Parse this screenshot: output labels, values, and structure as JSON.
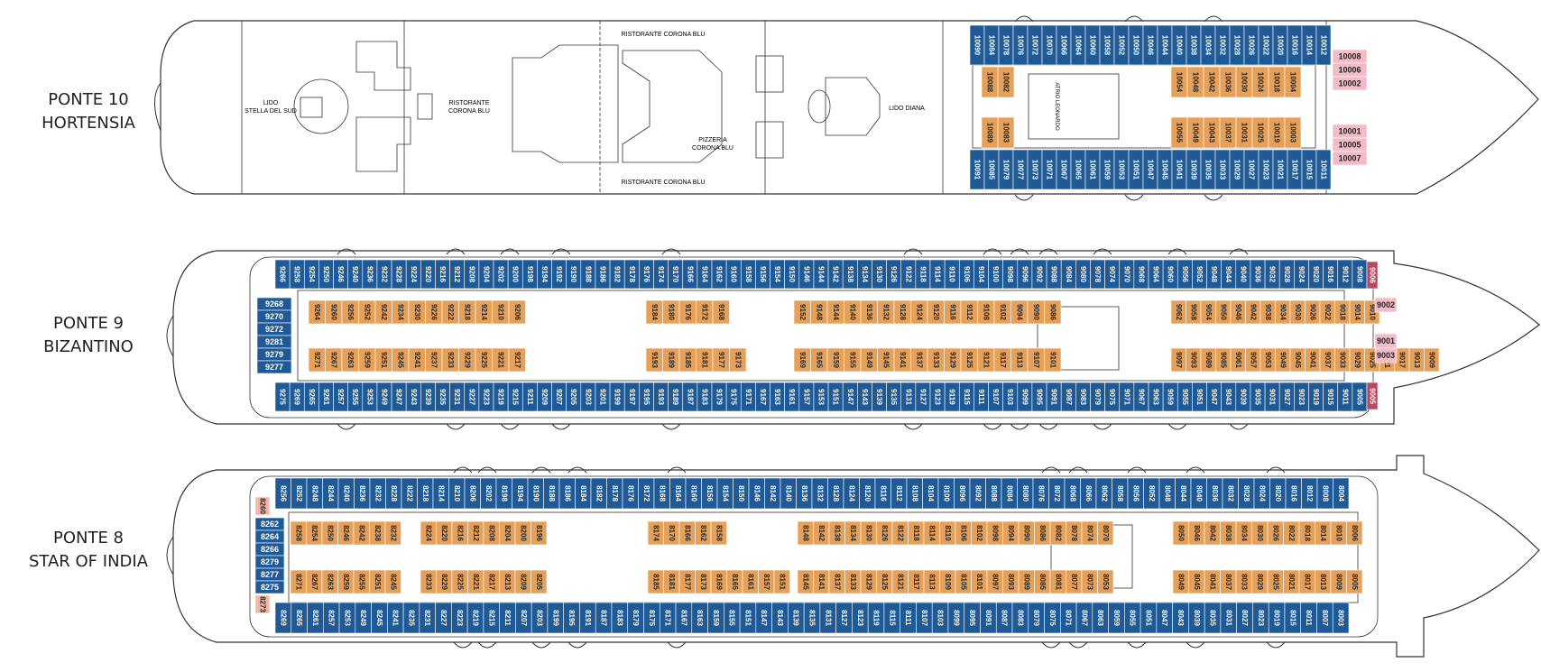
{
  "colors": {
    "blue": "#1f5a96",
    "orange": "#e5a15a",
    "pink": "#f3bcc8",
    "salmon": "#f2b7a7",
    "maroon": "#b5495f",
    "hull": "#333333",
    "white": "#ffffff"
  },
  "decks": [
    {
      "line1": "PONTE 10",
      "line2": "HORTENSIA",
      "venues": {
        "lido": "LIDO",
        "lido_sub": "STELLA DEL SUD",
        "rist_a": "RISTORANTE",
        "rist_b": "CORONA BLU",
        "rist_top": "RISTORANTE CORONA BLU",
        "rist_bot": "RISTORANTE CORONA BLU",
        "pizzeria_a": "PIZZERIA",
        "pizzeria_b": "CORONA BLU",
        "lido_diana": "LIDO DIANA",
        "atrio": "ATRIO LEONARDO"
      },
      "top_row": [
        "10090",
        "10084",
        "10078",
        "10076",
        "10072",
        "10070",
        "10066",
        "10064",
        "10060",
        "10058",
        "10052",
        "10050",
        "10046",
        "10044",
        "10040",
        "10038",
        "10034",
        "10032",
        "10028",
        "10026",
        "10022",
        "10020",
        "10016",
        "10014",
        "10012"
      ],
      "bottom_row": [
        "10091",
        "10085",
        "10079",
        "10077",
        "10073",
        "10071",
        "10067",
        "10065",
        "10061",
        "10059",
        "10053",
        "10051",
        "10047",
        "10045",
        "10041",
        "10039",
        "10035",
        "10033",
        "10029",
        "10027",
        "10023",
        "10021",
        "10017",
        "10015",
        "10011"
      ],
      "inner_top_left": [
        "10088",
        "10082"
      ],
      "inner_top_right": [
        "10054",
        "10048",
        "10042",
        "10036",
        "10030",
        "10024",
        "10018",
        "10004"
      ],
      "inner_bot_left": [
        "10089",
        "10083"
      ],
      "inner_bot_right": [
        "10055",
        "10049",
        "10043",
        "10037",
        "10031",
        "10025",
        "10019",
        "10003"
      ],
      "suites": [
        "10008",
        "10006",
        "10002",
        "10001",
        "10005",
        "10007"
      ]
    },
    {
      "line1": "PONTE 9",
      "line2": "BIZANTINO",
      "top_row": [
        "9266",
        "9258",
        "9254",
        "9250",
        "9246",
        "9240",
        "9236",
        "9232",
        "9228",
        "9224",
        "9220",
        "9216",
        "9212",
        "9208",
        "9204",
        "9202",
        "9200",
        "9198",
        "9194",
        "9192",
        "9190",
        "9188",
        "9186",
        "9182",
        "9178",
        "9176",
        "9174",
        "9170",
        "9166",
        "9164",
        "9162",
        "9160",
        "9158",
        "9156",
        "9154",
        "9150",
        "9146",
        "9144",
        "9142",
        "9138",
        "9134",
        "9130",
        "9126",
        "9122",
        "9118",
        "9114",
        "9110",
        "9106",
        "9104",
        "9100",
        "9098",
        "9096",
        "9092",
        "9088",
        "9084",
        "9080",
        "9078",
        "9074",
        "9070",
        "9068",
        "9064",
        "9060",
        "9056",
        "9052",
        "9048",
        "9044",
        "9040",
        "9036",
        "9032",
        "9028",
        "9024",
        "9020",
        "9016",
        "9012",
        "9008"
      ],
      "bottom_row": [
        "9275",
        "9269",
        "9265",
        "9261",
        "9257",
        "9255",
        "9253",
        "9249",
        "9247",
        "9243",
        "9239",
        "9235",
        "9231",
        "9227",
        "9223",
        "9219",
        "9215",
        "9211",
        "9209",
        "9207",
        "9205",
        "9203",
        "9201",
        "9199",
        "9197",
        "9195",
        "9193",
        "9189",
        "9187",
        "9183",
        "9179",
        "9175",
        "9171",
        "9167",
        "9163",
        "9161",
        "9157",
        "9153",
        "9151",
        "9147",
        "9143",
        "9139",
        "9135",
        "9131",
        "9127",
        "9123",
        "9119",
        "9115",
        "9111",
        "9107",
        "9103",
        "9099",
        "9095",
        "9091",
        "9087",
        "9083",
        "9079",
        "9075",
        "9071",
        "9067",
        "9063",
        "9059",
        "9055",
        "9051",
        "9047",
        "9043",
        "9039",
        "9035",
        "9031",
        "9027",
        "9023",
        "9019",
        "9015",
        "9011",
        "9005"
      ],
      "left_stack": [
        "9268",
        "9270",
        "9272",
        "9281",
        "9279",
        "9277"
      ],
      "inner_top": [
        "9264",
        "9260",
        "9256",
        "9252",
        "9242",
        "9234",
        "9230",
        "9226",
        "9222",
        "9218",
        "9214",
        "9210",
        "9206",
        "9184",
        "9180",
        "9176",
        "9172",
        "9168",
        "9152",
        "9148",
        "9144",
        "9140",
        "9136",
        "9132",
        "9128",
        "9124",
        "9120",
        "9116",
        "9112",
        "9108",
        "9102",
        "9094",
        "9090",
        "9086",
        "9062",
        "9058",
        "9054",
        "9050",
        "9046",
        "9042",
        "9038",
        "9034",
        "9030",
        "9026",
        "9022",
        "9018",
        "9014",
        "9010"
      ],
      "inner_bot": [
        "9271",
        "9267",
        "9263",
        "9259",
        "9251",
        "9245",
        "9241",
        "9237",
        "9233",
        "9229",
        "9225",
        "9221",
        "9217",
        "9193",
        "9189",
        "9185",
        "9181",
        "9177",
        "9173",
        "9169",
        "9165",
        "9159",
        "9155",
        "9149",
        "9145",
        "9141",
        "9137",
        "9133",
        "9129",
        "9125",
        "9121",
        "9117",
        "9113",
        "9107",
        "9101",
        "9097",
        "9093",
        "9089",
        "9085",
        "9061",
        "9057",
        "9053",
        "9049",
        "9045",
        "9041",
        "9037",
        "9033",
        "9029",
        "9025",
        "9021",
        "9017",
        "9013",
        "9009"
      ],
      "suites": [
        "9006",
        "9002",
        "9001",
        "9003",
        "9005"
      ]
    },
    {
      "line1": "PONTE 8",
      "line2": "STAR OF INDIA",
      "top_row": [
        "8256",
        "8252",
        "8248",
        "8244",
        "8240",
        "8236",
        "8232",
        "8228",
        "8222",
        "8218",
        "8214",
        "8210",
        "8206",
        "8202",
        "8198",
        "8194",
        "8190",
        "8188",
        "8186",
        "8184",
        "8182",
        "8178",
        "8176",
        "8172",
        "8168",
        "8164",
        "8160",
        "8156",
        "8154",
        "8150",
        "8146",
        "8142",
        "8140",
        "8136",
        "8132",
        "8128",
        "8124",
        "8120",
        "8116",
        "8112",
        "8108",
        "8104",
        "8100",
        "8096",
        "8092",
        "8088",
        "8084",
        "8080",
        "8076",
        "8072",
        "8068",
        "8066",
        "8062",
        "8058",
        "8056",
        "8052",
        "8048",
        "8044",
        "8040",
        "8036",
        "8032",
        "8028",
        "8024",
        "8020",
        "8016",
        "8012",
        "8008",
        "8004"
      ],
      "bottom_row": [
        "8269",
        "8265",
        "8261",
        "8257",
        "8253",
        "8249",
        "8245",
        "8241",
        "8235",
        "8231",
        "8227",
        "8223",
        "8219",
        "8215",
        "8211",
        "8207",
        "8203",
        "8199",
        "8195",
        "8191",
        "8187",
        "8183",
        "8179",
        "8175",
        "8171",
        "8167",
        "8163",
        "8159",
        "8155",
        "8151",
        "8147",
        "8143",
        "8139",
        "8135",
        "8131",
        "8127",
        "8123",
        "8119",
        "8115",
        "8111",
        "8107",
        "8103",
        "8099",
        "8095",
        "8091",
        "8087",
        "8083",
        "8079",
        "8075",
        "8071",
        "8067",
        "8063",
        "8059",
        "8055",
        "8051",
        "8047",
        "8043",
        "8039",
        "8035",
        "8031",
        "8027",
        "8023",
        "8019",
        "8015",
        "8011",
        "8007",
        "8003"
      ],
      "left_stack": [
        "8260",
        "8262",
        "8264",
        "8266",
        "8279",
        "8277",
        "8275",
        "8273"
      ],
      "inner_top": [
        "8258",
        "8254",
        "8250",
        "8246",
        "8242",
        "8238",
        "8232",
        "8224",
        "8220",
        "8216",
        "8212",
        "8208",
        "8204",
        "8200",
        "8196",
        "8174",
        "8170",
        "8166",
        "8162",
        "8158",
        "8148",
        "8142",
        "8138",
        "8134",
        "8130",
        "8126",
        "8122",
        "8118",
        "8114",
        "8110",
        "8106",
        "8102",
        "8098",
        "8094",
        "8090",
        "8086",
        "8082",
        "8078",
        "8074",
        "8070",
        "8050",
        "8046",
        "8042",
        "8038",
        "8034",
        "8030",
        "8026",
        "8022",
        "8018",
        "8014",
        "8010",
        "8006"
      ],
      "inner_bot": [
        "8271",
        "8267",
        "8263",
        "8259",
        "8255",
        "8251",
        "8245",
        "8233",
        "8229",
        "8225",
        "8221",
        "8217",
        "8213",
        "8209",
        "8205",
        "8185",
        "8181",
        "8177",
        "8173",
        "8169",
        "8165",
        "8161",
        "8157",
        "8151",
        "8145",
        "8141",
        "8137",
        "8133",
        "8129",
        "8125",
        "8121",
        "8117",
        "8113",
        "8109",
        "8105",
        "8101",
        "8097",
        "8093",
        "8089",
        "8085",
        "8081",
        "8077",
        "8073",
        "8053",
        "8049",
        "8045",
        "8041",
        "8037",
        "8033",
        "8029",
        "8025",
        "8021",
        "8017",
        "8013",
        "8009",
        "8005"
      ]
    }
  ]
}
